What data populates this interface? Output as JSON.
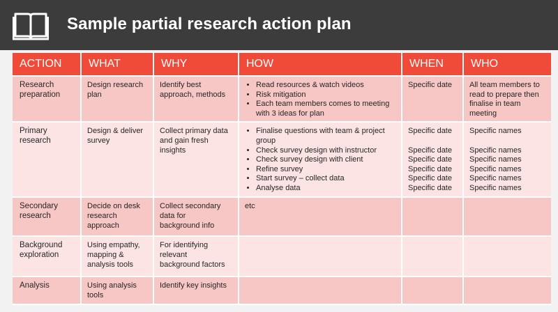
{
  "header": {
    "title": "Sample partial research action plan",
    "icon": "book-icon",
    "background": "#3c3c3c"
  },
  "colors": {
    "header_row": "#ef4b38",
    "row_dark": "#f7c7c5",
    "row_light": "#fbe4e3"
  },
  "table": {
    "columns": [
      "ACTION",
      "WHAT",
      "WHY",
      "HOW",
      "WHEN",
      "WHO"
    ],
    "rows": [
      {
        "action": [
          "Research",
          "preparation"
        ],
        "what": [
          "Design research",
          "plan"
        ],
        "why": [
          "Identify best",
          "approach, methods"
        ],
        "how": [
          [
            "Read resources & watch videos"
          ],
          [
            "Risk mitigation"
          ],
          [
            "Each team members comes to meeting",
            "with 3 ideas for plan"
          ]
        ],
        "when": [
          "Specific date"
        ],
        "who": [
          "All team members to",
          "read to prepare then",
          "finalise in team",
          "meeting"
        ]
      },
      {
        "action": [
          "Primary",
          "research"
        ],
        "what": [
          "Design & deliver",
          "survey"
        ],
        "why": [
          "Collect primary data",
          "and gain fresh",
          "insights"
        ],
        "how": [
          [
            "Finalise questions with team & project",
            "group"
          ],
          [
            "Check survey design with instructor"
          ],
          [
            "Check survey design with client"
          ],
          [
            "Refine survey"
          ],
          [
            "Start survey – collect data"
          ],
          [
            "Analyse data"
          ]
        ],
        "when": [
          "Specific date",
          "",
          "Specific date",
          "Specific date",
          "Specific date",
          "Specific date",
          "Specific date"
        ],
        "who": [
          "Specific names",
          "",
          "Specific names",
          "Specific names",
          "Specific names",
          "Specific names",
          "Specific names"
        ]
      },
      {
        "action": [
          "Secondary",
          "research"
        ],
        "what": [
          "Decide on desk",
          "research",
          "approach"
        ],
        "why": [
          "Collect secondary",
          "data for",
          "background info"
        ],
        "how_text": "etc",
        "when": [],
        "who": []
      },
      {
        "action": [
          "Background",
          "exploration"
        ],
        "what": [
          "Using empathy,",
          "mapping &",
          "analysis tools"
        ],
        "why": [
          "For identifying",
          "relevant",
          "background factors"
        ],
        "when": [],
        "who": []
      },
      {
        "action": [
          "Analysis"
        ],
        "what": [
          "Using analysis",
          "tools"
        ],
        "why": [
          "Identify key insights"
        ],
        "when": [],
        "who": []
      }
    ]
  }
}
